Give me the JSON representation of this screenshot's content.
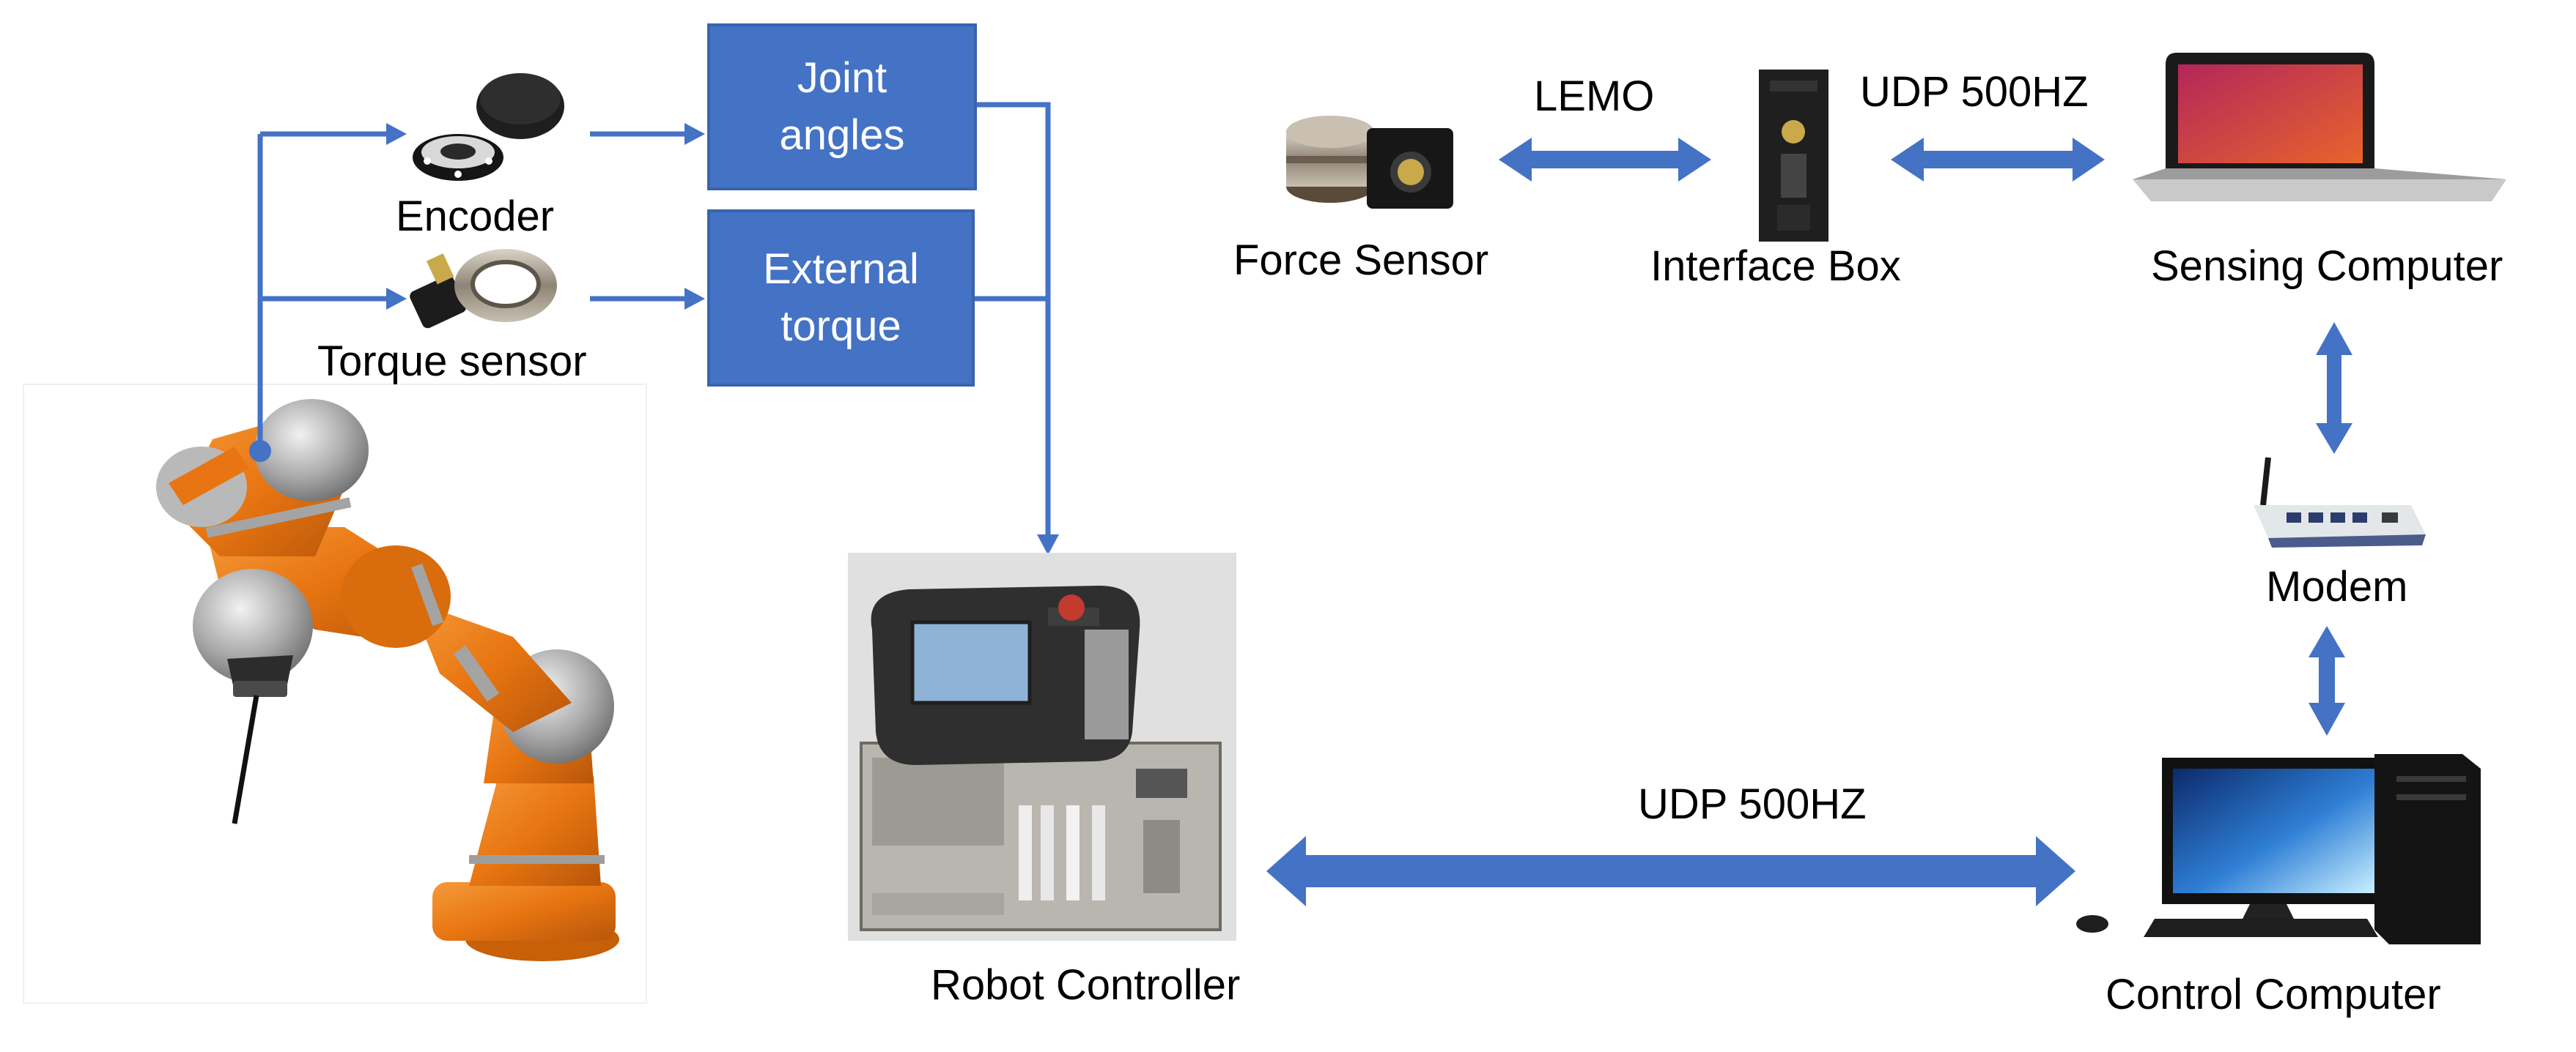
{
  "blocks": {
    "joint_angles": "Joint\nangles",
    "external_torque": "External\ntorque"
  },
  "labels": {
    "encoder": "Encoder",
    "torque_sensor": "Torque sensor",
    "force_sensor": "Force Sensor",
    "interface_box": "Interface Box",
    "sensing_computer": "Sensing Computer",
    "modem": "Modem",
    "robot_controller": "Robot Controller",
    "control_computer": "Control Computer"
  },
  "links": {
    "lemo": "LEMO",
    "udp_top": "UDP 500HZ",
    "udp_bottom": "UDP 500HZ"
  },
  "colors": {
    "accent": "#4472C4",
    "robot_orange": "#E87511",
    "robot_grey": "#A9A9A9"
  }
}
